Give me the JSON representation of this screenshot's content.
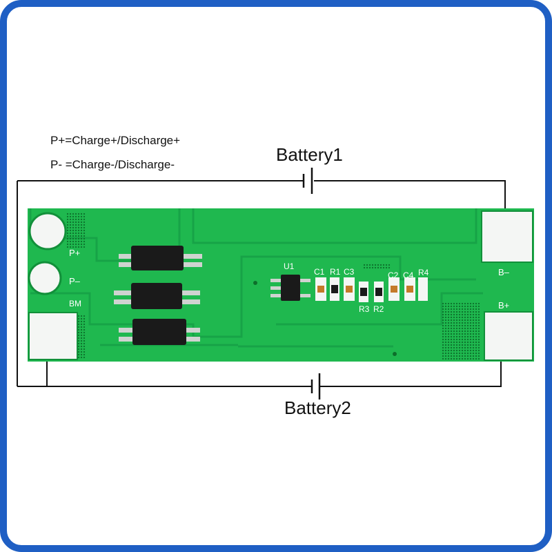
{
  "legend": {
    "line1": "P+=Charge+/Discharge+",
    "line2": "P- =Charge-/Discharge-"
  },
  "batteries": {
    "top": "Battery1",
    "bottom": "Battery2"
  },
  "pads": {
    "p_plus": "P+",
    "p_minus": "P–",
    "bm": "BM",
    "b_minus": "B–",
    "b_plus": "B+"
  },
  "components": {
    "u1": "U1",
    "c1": "C1",
    "r1": "R1",
    "c3": "C3",
    "c2": "C2",
    "c4": "C4",
    "r4": "R4",
    "r3": "R3",
    "r2": "R2"
  },
  "colors": {
    "frame": "#1f5fc4",
    "pcb": "#1fb84f",
    "pcb_dark": "#14a040",
    "pad": "#f4f6f4",
    "chip": "#1a1a1a",
    "wire": "#111111"
  }
}
